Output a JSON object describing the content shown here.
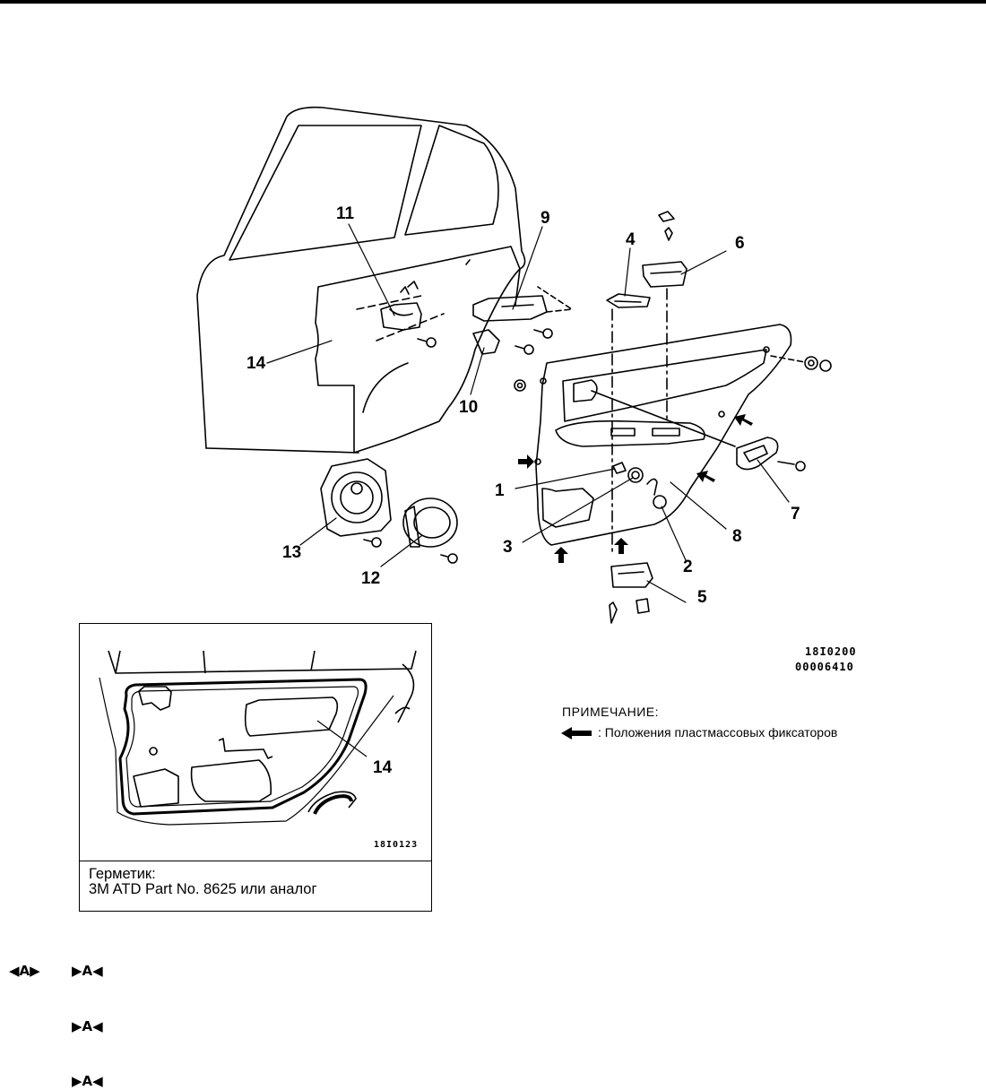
{
  "callouts": {
    "c1": "1",
    "c2": "2",
    "c3": "3",
    "c4": "4",
    "c5": "5",
    "c6": "6",
    "c7": "7",
    "c8": "8",
    "c9": "9",
    "c10": "10",
    "c11": "11",
    "c12": "12",
    "c13": "13",
    "c14": "14"
  },
  "figure_codes": {
    "main_1": "18I0200",
    "main_2": "00006410"
  },
  "inset": {
    "callout": "14",
    "figure_code": "18I0123",
    "caption_line1": "Герметик:",
    "caption_line2": "3M ATD Part No. 8625 или аналог"
  },
  "note": {
    "title": "ПРИМЕЧАНИЕ:",
    "text": ": Положения пластмассовых фиксаторов",
    "arrow_icon": "left-arrow-icon"
  },
  "markers": {
    "row1_removal": "◀A▶",
    "row1_install": "▶A◀",
    "row2_install": "▶A◀",
    "row3_install": "▶A◀"
  }
}
